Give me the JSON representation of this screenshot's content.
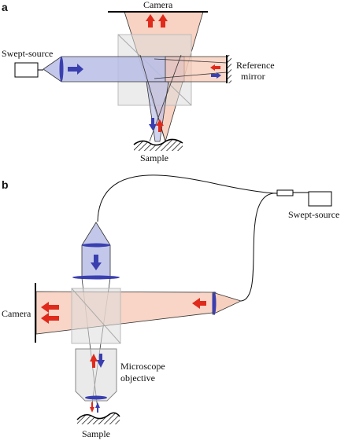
{
  "panel_a": {
    "label": "a",
    "camera": "Camera",
    "source": "Swept-source",
    "reference_line1": "Reference",
    "reference_line2": "mirror",
    "sample": "Sample"
  },
  "panel_b": {
    "label": "b",
    "source": "Swept-source",
    "camera": "Camera",
    "objective_line1": "Microscope",
    "objective_line2": "objective",
    "sample": "Sample"
  },
  "colors": {
    "blue_beam": "#b9bde6",
    "red_beam": "#f6c7b3",
    "blue_arrow": "#3a3fb0",
    "red_arrow": "#e02a1b",
    "splitter": "#dcdcdc"
  },
  "icons": [
    "beam-splitter-icon",
    "lens-icon",
    "fiber-coupler-icon",
    "arrow-icon",
    "hatched-surface-icon"
  ]
}
